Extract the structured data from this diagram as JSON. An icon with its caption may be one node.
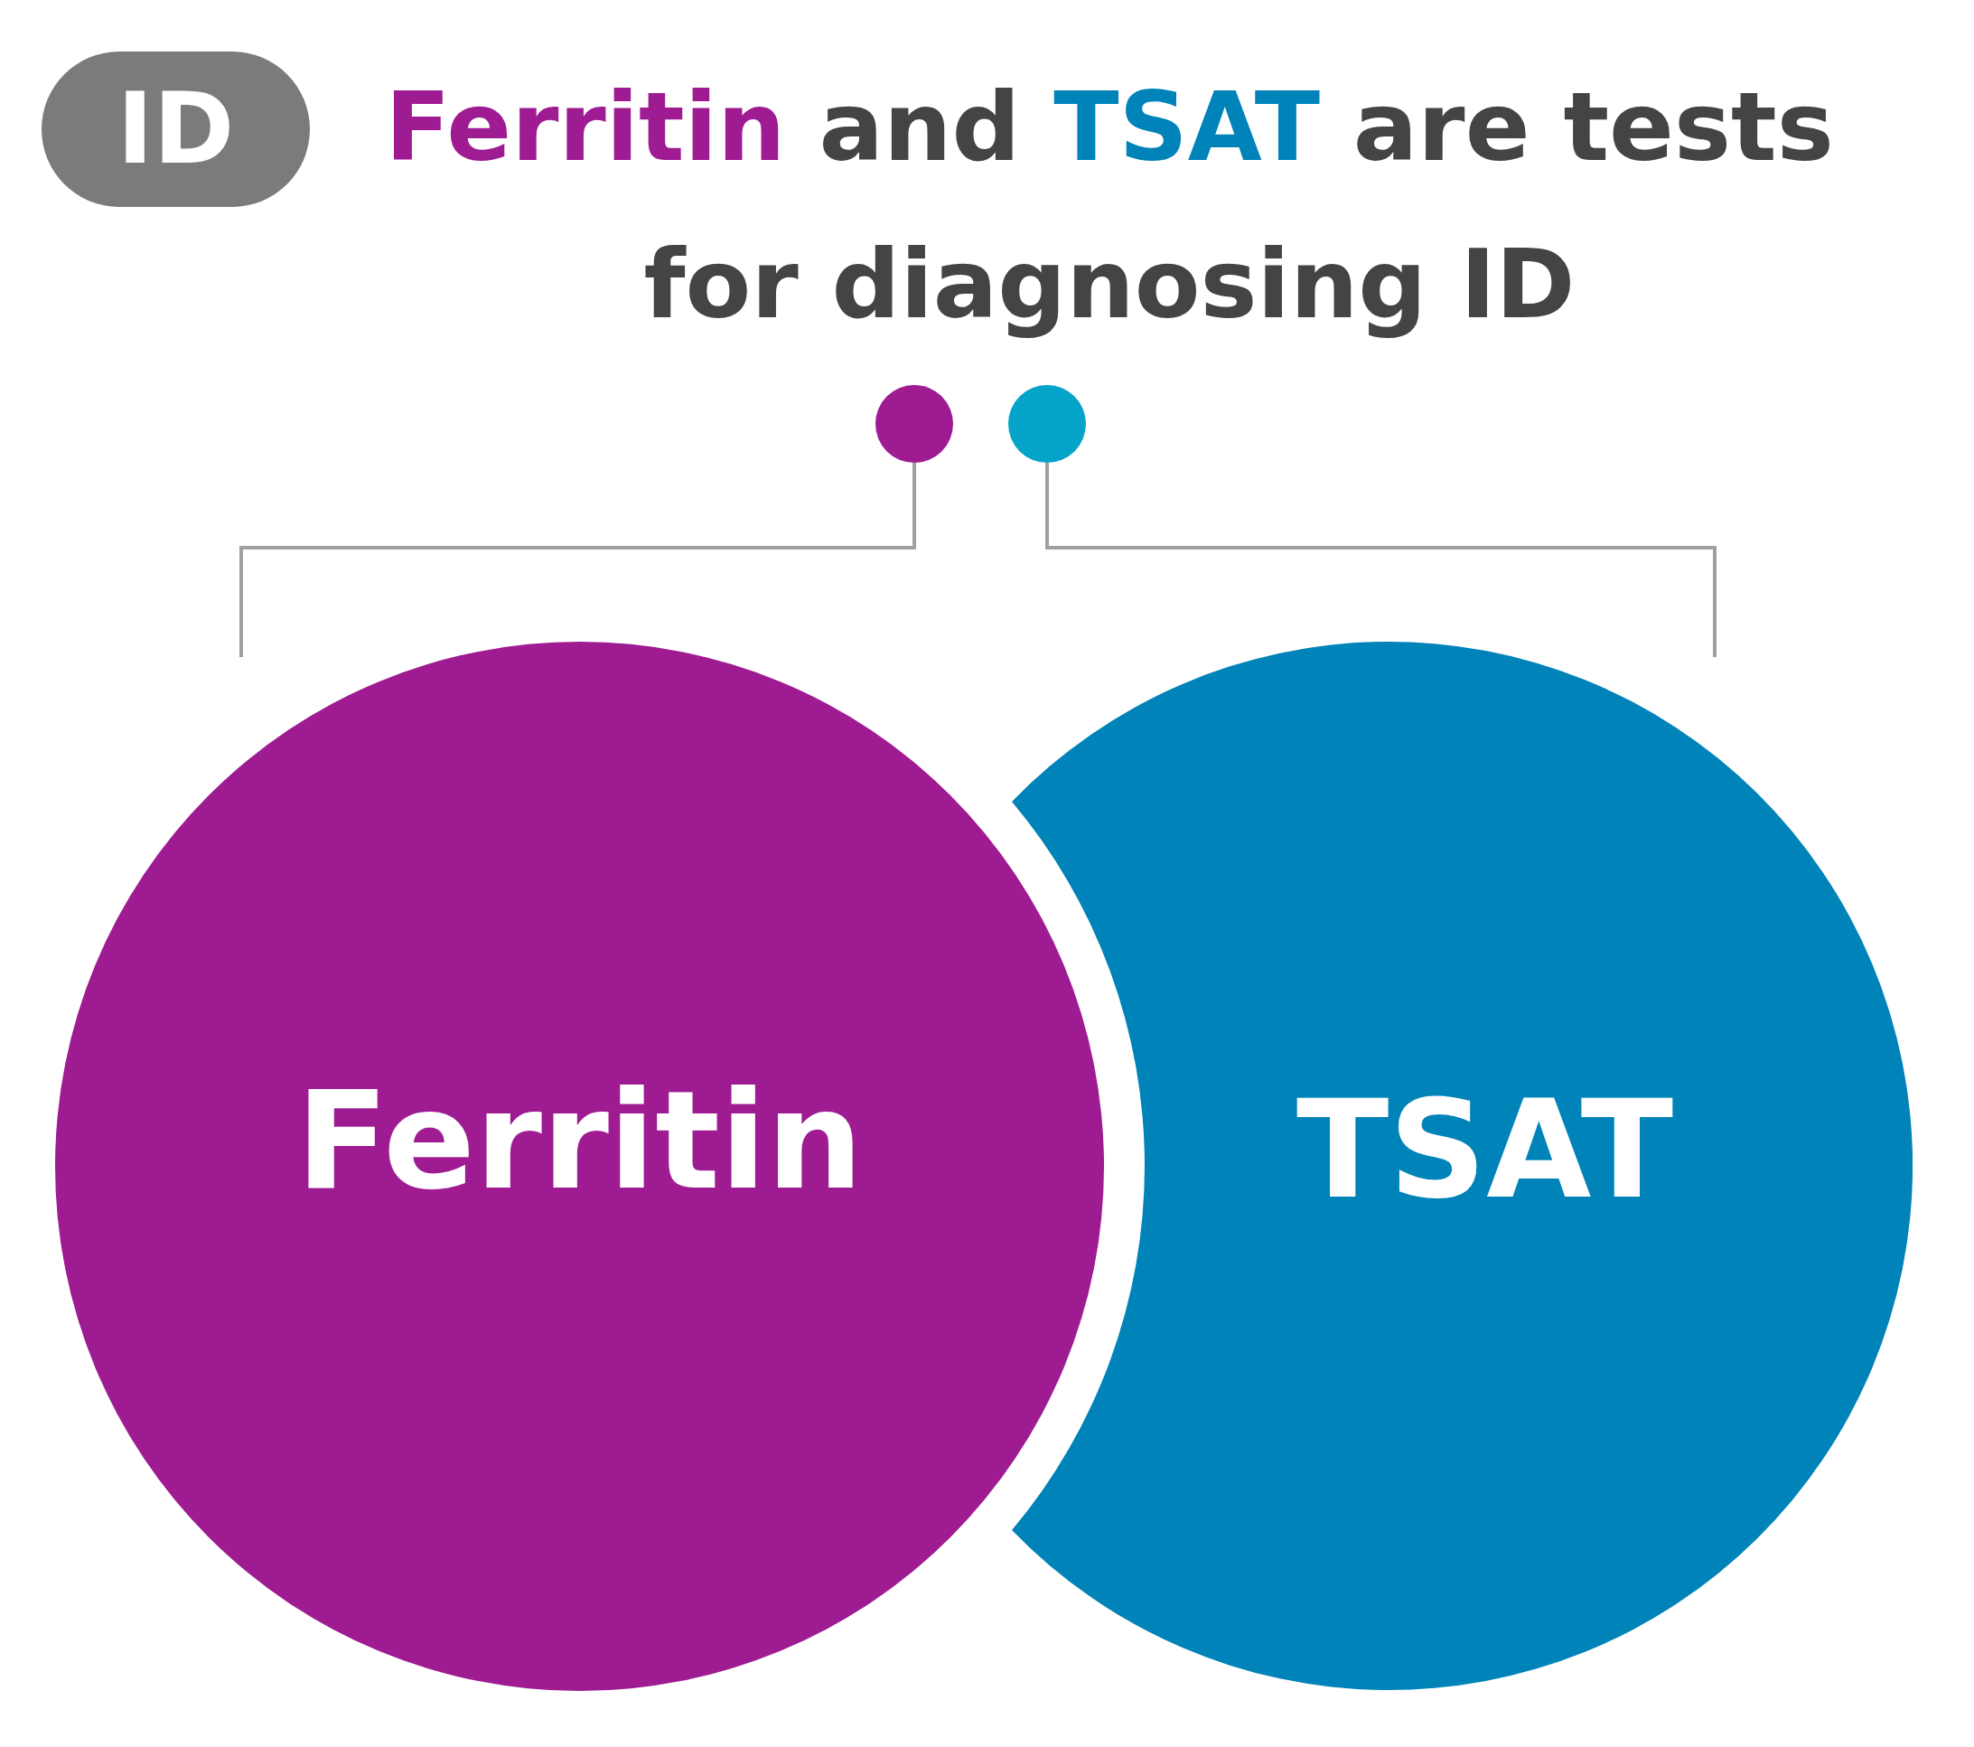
{
  "diagram": {
    "title": "Ferritin and TSAT are tests for diagnosing ID",
    "nodes": [
      {
        "text": [
          "ID"
        ]
      },
      {
        "text": [
          "Ferritin"
        ]
      },
      {
        "text": [
          "TSAT"
        ]
      },
      {
        "text": [],
        "shape": "circle"
      },
      {
        "text": [],
        "shape": "circle"
      }
    ],
    "edges": [
      {
        "from": 3,
        "to": 1,
        "arrow": "none"
      },
      {
        "from": 4,
        "to": 2,
        "arrow": "none"
      }
    ]
  }
}
